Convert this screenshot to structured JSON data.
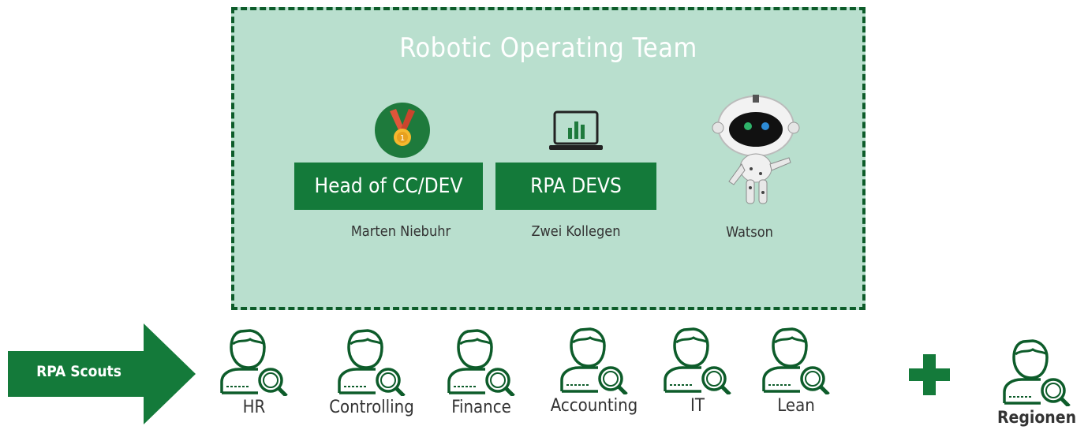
{
  "team": {
    "title": "Robotic Operating Team",
    "roles": [
      {
        "label": "Head of CC/DEV",
        "subtitle": "Marten Niebuhr",
        "icon": "medal-icon"
      },
      {
        "label": "RPA DEVS",
        "subtitle": "Zwei Kollegen",
        "icon": "laptop-chart-icon"
      }
    ],
    "robot": {
      "name": "Watson",
      "icon": "robot-icon"
    }
  },
  "scouts": {
    "arrow_label": "RPA Scouts",
    "icon": "user-search-icon",
    "departments": [
      "HR",
      "Controlling",
      "Finance",
      "Accounting",
      "IT",
      "Lean"
    ],
    "extra": "Regionen"
  },
  "colors": {
    "dark_green": "#0d5c2a",
    "box_green": "#147a3a",
    "light_green": "#b9dfce"
  }
}
